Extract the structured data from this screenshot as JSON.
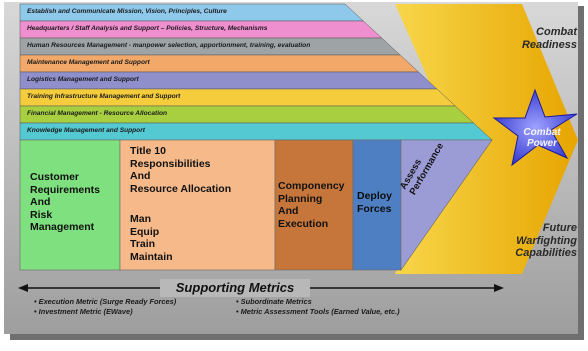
{
  "bands": [
    {
      "label": "Establish and Communicate Mission, Vision, Principles, Culture",
      "color": "#8ec8ea"
    },
    {
      "label": "Headquarters / Staff Analysis and Support – Policies, Structure, Mechanisms",
      "color": "#f08fd0"
    },
    {
      "label": "Human Resources Management - manpower selection, apportionment, training, evaluation",
      "color": "#9ea3a6"
    },
    {
      "label": "Maintenance Management and Support",
      "color": "#f2a868"
    },
    {
      "label": "Logistics Management and Support",
      "color": "#8f8fcc"
    },
    {
      "label": "Training Infrastructure Management and Support",
      "color": "#f4cc3c"
    },
    {
      "label": "Financial Management - Resource Allocation",
      "color": "#a7cf3f"
    },
    {
      "label": "Knowledge Management and Support",
      "color": "#54c9d2"
    }
  ],
  "boxes": {
    "customer": "Customer\nRequirements\nAnd\nRisk\nManagement",
    "title10": "Title 10\nResponsibilities\nAnd\n   Resource Allocation",
    "title10_list": "Man\nEquip\nTrain\nMaintain",
    "componency": "Componency\nPlanning\nAnd\nExecution",
    "deploy": "Deploy\nForces",
    "assess": "Assess\nPerformance"
  },
  "side": {
    "combat_readiness": "Combat\nReadiness",
    "combat_power": "Combat\nPower",
    "future": "Future\nWarfighting\nCapabilities"
  },
  "metrics": {
    "title": "Supporting Metrics",
    "items_left": [
      "• Execution Metric (Surge Ready Forces)",
      "• Investment Metric (EWave)"
    ],
    "items_right": [
      "• Subordinate Metrics",
      "• Metric Assessment Tools (Earned Value, etc.)"
    ]
  },
  "colors": {
    "customer_box": "#7ee07e",
    "title10_box": "#f5b98a",
    "componency_box": "#c6763a",
    "deploy_box": "#4d7fc2",
    "assess_box": "#9b9cd6",
    "arrow": "#f2c200",
    "star": "#4a4fe0",
    "panel": "#b9b9b9"
  }
}
